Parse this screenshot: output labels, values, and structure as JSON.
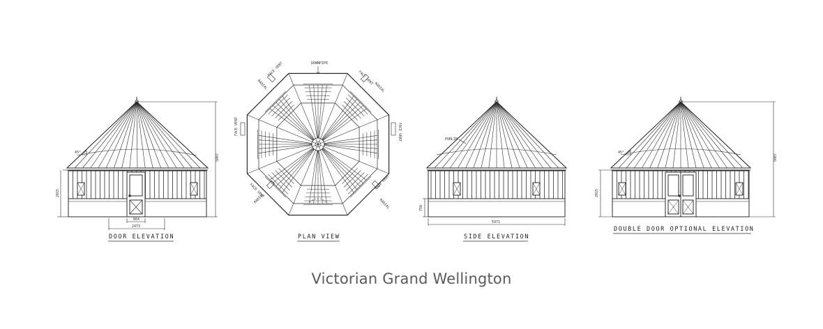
{
  "title": "Victorian Grand Wellington",
  "views": {
    "door": {
      "caption": "DOOR ELEVATION",
      "dim_height": "5007",
      "dim_eaves": "2015",
      "dim_door": "864",
      "dim_base": "2473",
      "angle": "45°"
    },
    "plan": {
      "caption": "PLAN VIEW",
      "downpipe": "DOWNPIPE",
      "face_vent": "FACE VENT",
      "radial": "RADIAL"
    },
    "side": {
      "caption": "SIDE ELEVATION",
      "purlin": "PURLIN",
      "dim_base_h": "750",
      "dim_width": "5971"
    },
    "double": {
      "caption": "DOUBLE DOOR OPTIONAL ELEVATION",
      "dim_height": "5007",
      "dim_eaves": "2015",
      "angle": "45°"
    }
  },
  "colors": {
    "line": "#2b2b2b",
    "title": "#5a5a5a"
  }
}
